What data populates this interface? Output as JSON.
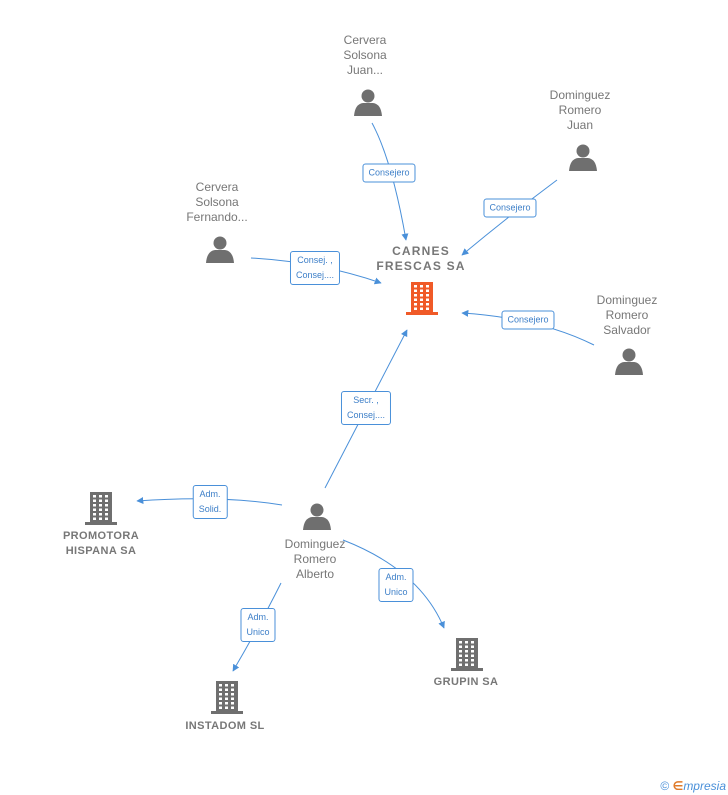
{
  "colors": {
    "edge": "#4a90d9",
    "person": "#6f6f6f",
    "company": "#6f6f6f",
    "main_company": "#f05a28"
  },
  "nodes": {
    "carnes": {
      "label": "CARNES\nFRESCAS SA",
      "kind": "company-main",
      "icon": "building-icon"
    },
    "cervera_juan": {
      "label": "Cervera\nSolsona\nJuan...",
      "kind": "person",
      "icon": "person-icon"
    },
    "dominguez_juan": {
      "label": "Dominguez\nRomero\nJuan",
      "kind": "person",
      "icon": "person-icon"
    },
    "cervera_fernando": {
      "label": "Cervera\nSolsona\nFernando...",
      "kind": "person",
      "icon": "person-icon"
    },
    "dominguez_salvador": {
      "label": "Dominguez\nRomero\nSalvador",
      "kind": "person",
      "icon": "person-icon"
    },
    "dominguez_alberto": {
      "label": "Dominguez\nRomero\nAlberto",
      "kind": "person",
      "icon": "person-icon"
    },
    "promotora": {
      "label": "PROMOTORA\nHISPANA SA",
      "kind": "company",
      "icon": "building-icon"
    },
    "grupin": {
      "label": "GRUPIN SA",
      "kind": "company",
      "icon": "building-icon"
    },
    "instadom": {
      "label": "INSTADOM SL",
      "kind": "company",
      "icon": "building-icon"
    }
  },
  "edges": [
    {
      "from": "cervera_juan",
      "to": "carnes",
      "label": "Consejero"
    },
    {
      "from": "dominguez_juan",
      "to": "carnes",
      "label": "Consejero"
    },
    {
      "from": "cervera_fernando",
      "to": "carnes",
      "label": "Consej. ,\nConsej...."
    },
    {
      "from": "dominguez_salvador",
      "to": "carnes",
      "label": "Consejero"
    },
    {
      "from": "dominguez_alberto",
      "to": "carnes",
      "label": "Secr. ,\nConsej...."
    },
    {
      "from": "dominguez_alberto",
      "to": "promotora",
      "label": "Adm.\nSolid."
    },
    {
      "from": "dominguez_alberto",
      "to": "grupin",
      "label": "Adm.\nUnico"
    },
    {
      "from": "dominguez_alberto",
      "to": "instadom",
      "label": "Adm.\nUnico"
    }
  ],
  "footer": {
    "copyright": "©",
    "brand_first": "∈",
    "brand_rest": "mpresia"
  }
}
